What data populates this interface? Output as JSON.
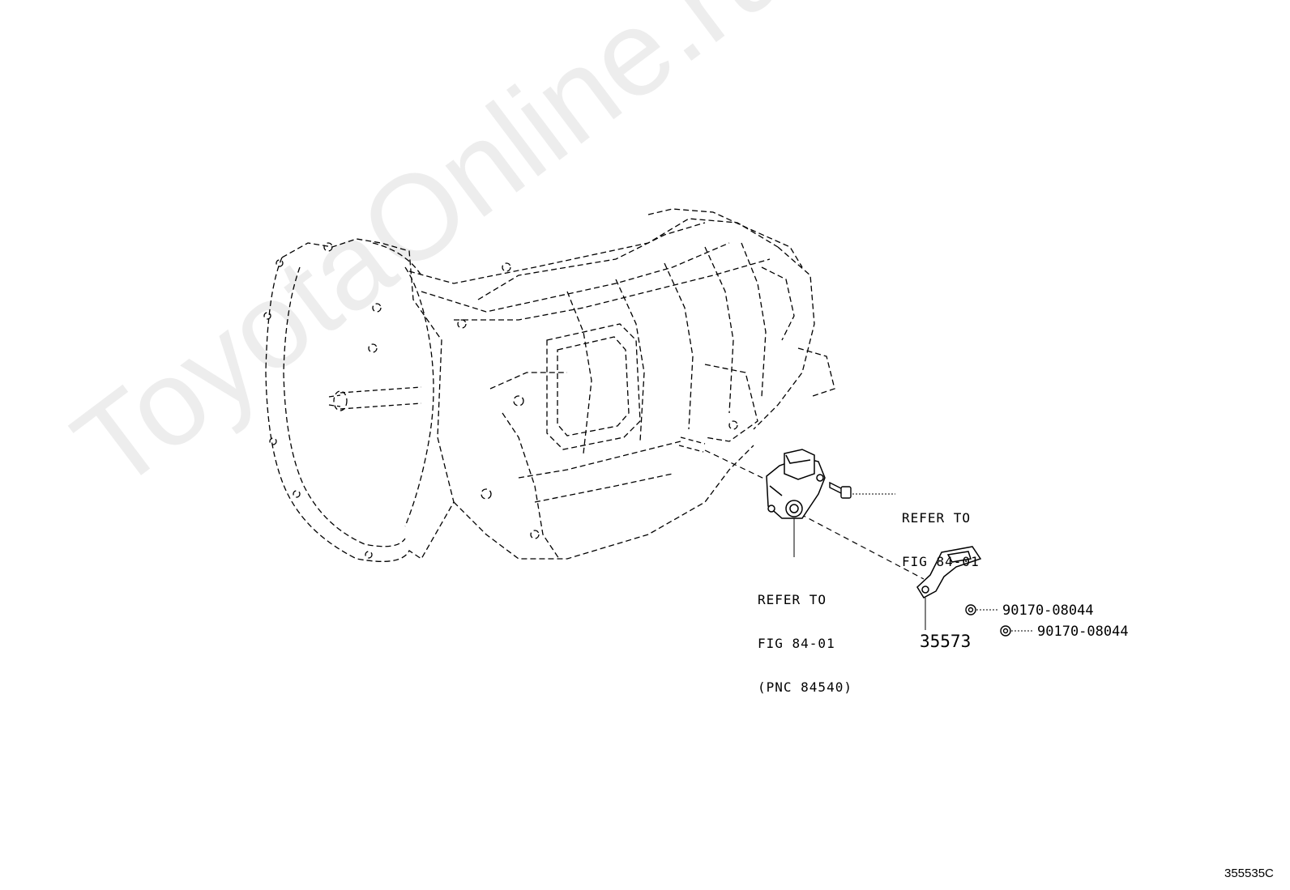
{
  "watermark": "ToyotaOnline.ru",
  "diagram_code": "355535C",
  "callouts": {
    "upper_ref": [
      "REFER TO",
      "FIG 84-01"
    ],
    "lower_ref": [
      "REFER TO",
      "FIG 84-01",
      "(PNC 84540)"
    ],
    "bracket_part": "35573",
    "nut_1": "90170-08044",
    "nut_2": "90170-08044"
  },
  "colors": {
    "line": "#000000",
    "watermark": "#ededed",
    "background": "#ffffff"
  }
}
